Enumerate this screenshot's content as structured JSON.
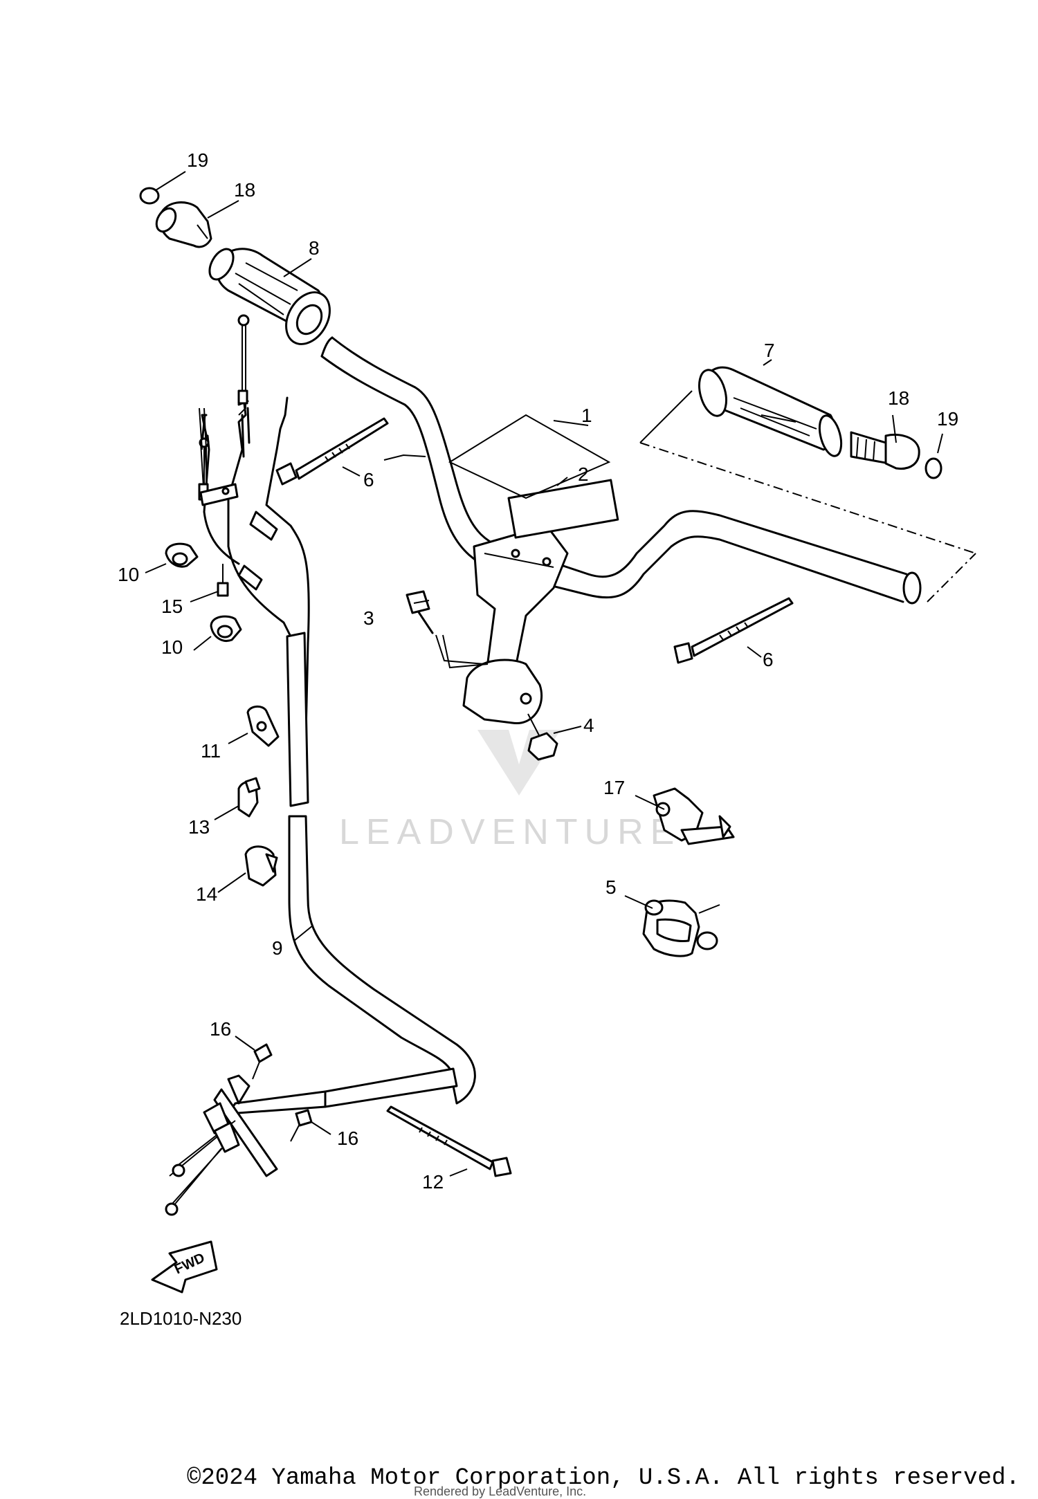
{
  "diagram": {
    "drawing_code": "2LD1010-N230",
    "direction_label": "FWD",
    "watermark": "LEADVENTURE",
    "callouts": [
      {
        "id": "c1",
        "label": "1"
      },
      {
        "id": "c2",
        "label": "2"
      },
      {
        "id": "c3",
        "label": "3"
      },
      {
        "id": "c4",
        "label": "4"
      },
      {
        "id": "c5",
        "label": "5"
      },
      {
        "id": "c6a",
        "label": "6"
      },
      {
        "id": "c6b",
        "label": "6"
      },
      {
        "id": "c7",
        "label": "7"
      },
      {
        "id": "c8",
        "label": "8"
      },
      {
        "id": "c9",
        "label": "9"
      },
      {
        "id": "c10a",
        "label": "10"
      },
      {
        "id": "c10b",
        "label": "10"
      },
      {
        "id": "c11",
        "label": "11"
      },
      {
        "id": "c12",
        "label": "12"
      },
      {
        "id": "c13",
        "label": "13"
      },
      {
        "id": "c14",
        "label": "14"
      },
      {
        "id": "c15",
        "label": "15"
      },
      {
        "id": "c16a",
        "label": "16"
      },
      {
        "id": "c16b",
        "label": "16"
      },
      {
        "id": "c17",
        "label": "17"
      },
      {
        "id": "c18a",
        "label": "18"
      },
      {
        "id": "c18b",
        "label": "18"
      },
      {
        "id": "c19a",
        "label": "19"
      },
      {
        "id": "c19b",
        "label": "19"
      }
    ]
  },
  "footer": {
    "copyright": "©2024 Yamaha Motor Corporation, U.S.A. All rights reserved.",
    "rendered_by": "Rendered by LeadVenture, Inc."
  }
}
